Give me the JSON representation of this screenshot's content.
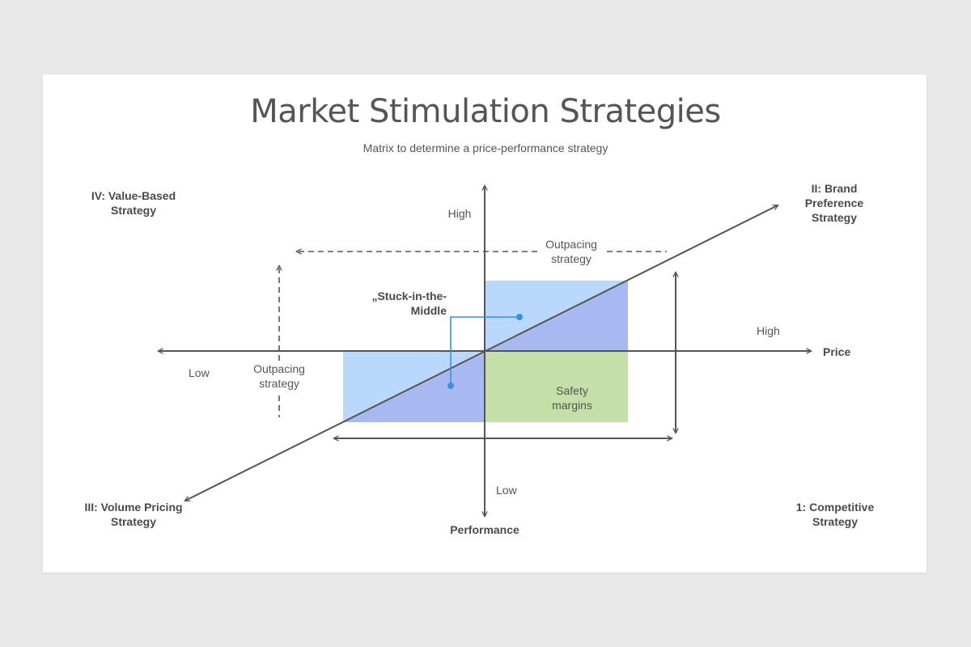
{
  "title": "Market Stimulation Strategies",
  "subtitle": "Matrix to determine  a price-performance  strategy",
  "quadrants": {
    "q4": "IV: Value-Based\nStrategy",
    "q2": "II: Brand\nPreference\nStrategy",
    "q3": "III: Volume Pricing\nStrategy",
    "q1": "1: Competitive\nStrategy"
  },
  "axes": {
    "vertical_high": "High",
    "vertical_low": "Low",
    "vertical_name": "Performance",
    "horizontal_high": "High",
    "horizontal_low": "Low",
    "horizontal_name": "Price"
  },
  "annotations": {
    "outpacing_top": "Outpacing\nstrategy",
    "outpacing_left": "Outpacing\nstrategy",
    "stuck": "„Stuck-in-the-\nMiddle",
    "safety": "Safety\nmargins"
  },
  "colors": {
    "light_blue": "#bad8fb",
    "purple_blue": "#a8b9f1",
    "green": "#c5dfa8",
    "line": "#555555",
    "connector": "#3b8fe0"
  }
}
